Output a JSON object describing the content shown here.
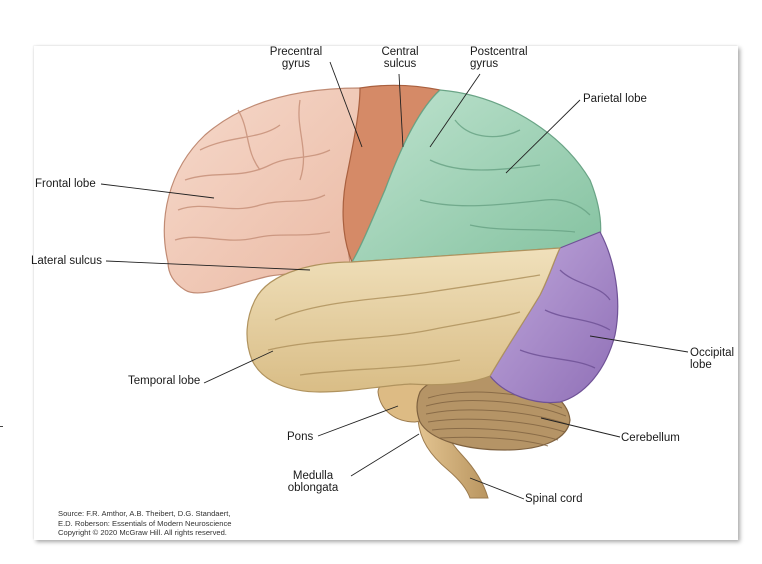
{
  "labels": {
    "precentral_gyrus": [
      "Precentral",
      "gyrus"
    ],
    "central_sulcus": [
      "Central",
      "sulcus"
    ],
    "postcentral_gyrus": [
      "Postcentral",
      "gyrus"
    ],
    "parietal_lobe": "Parietal lobe",
    "frontal_lobe": "Frontal lobe",
    "lateral_sulcus": "Lateral sulcus",
    "occipital_lobe": [
      "Occipital",
      "lobe"
    ],
    "temporal_lobe": "Temporal lobe",
    "pons": "Pons",
    "cerebellum": "Cerebellum",
    "medulla_oblongata": [
      "Medulla",
      "oblongata"
    ],
    "spinal_cord": "Spinal cord"
  },
  "source": [
    "Source: F.R. Amthor, A.B. Theibert, D.G. Standaert,",
    "E.D. Roberson: Essentials of Modern Neuroscience",
    "Copyright © 2020 McGraw Hill. All rights reserved."
  ],
  "colors": {
    "frontal": "#f3cdbd",
    "precentral": "#d98d6a",
    "parietal": "#9fd3b7",
    "temporal": "#e8d3a6",
    "occipital": "#a98cc8",
    "cerebellum": "#b89a6f",
    "brainstem": "#d4b27c"
  }
}
